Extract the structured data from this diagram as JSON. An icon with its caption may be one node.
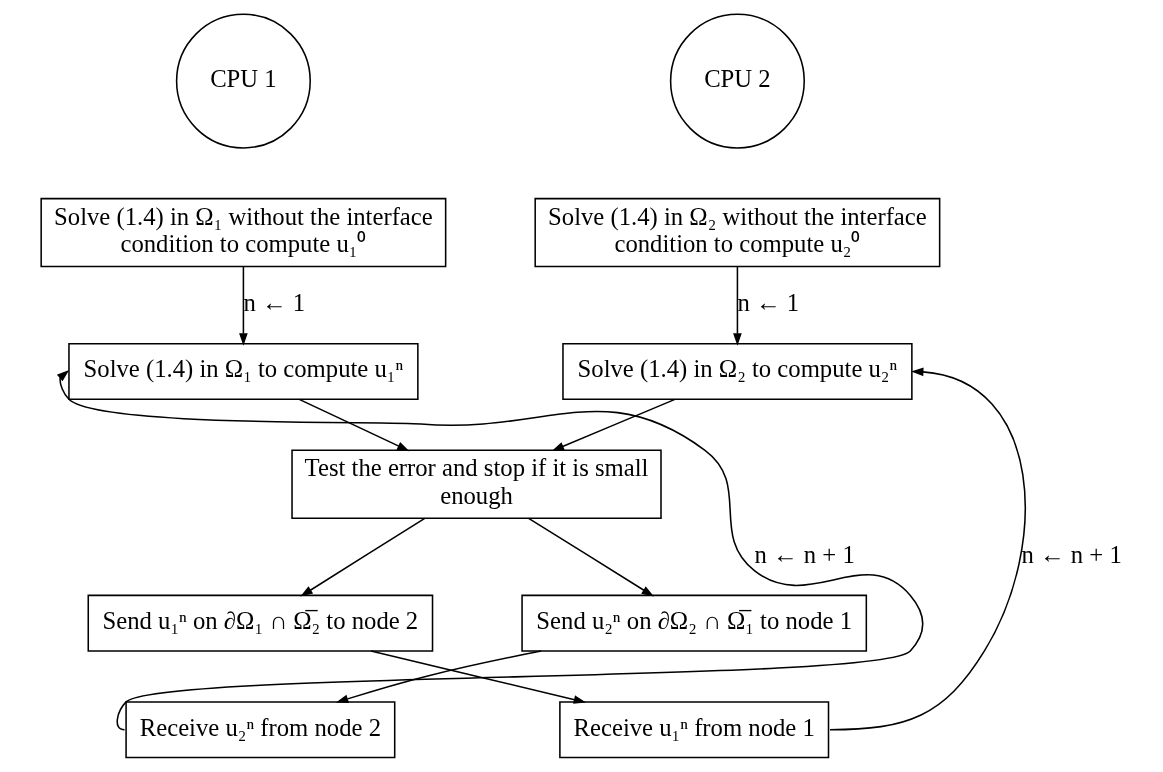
{
  "diagram": {
    "nodes": [
      {
        "text": [
          "CPU 1"
        ]
      },
      {
        "text": [
          "CPU 2"
        ]
      },
      {
        "text": [
          "Solve (1.4) in Ω₁ without the interface condition to compute u₁⁰"
        ]
      },
      {
        "text": [
          "Solve (1.4) in Ω₂ without the interface condition to compute u₂⁰"
        ]
      },
      {
        "text": [
          "Solve (1.4) in Ω₁ to compute u₁ⁿ"
        ]
      },
      {
        "text": [
          "Solve (1.4) in Ω₂ to compute u₂ⁿ"
        ]
      },
      {
        "text": [
          "Test the error and stop if it is small enough"
        ]
      },
      {
        "text": [
          "Send u₁ⁿ on ∂Ω₁ ∩ Ω̅₂ to node 2"
        ]
      },
      {
        "text": [
          "Send u₂ⁿ on ∂Ω₂ ∩ Ω̅₁ to node 1"
        ]
      },
      {
        "text": [
          "Receive u₂ⁿ from node 2"
        ]
      },
      {
        "text": [
          "Receive u₁ⁿ from node 1"
        ]
      }
    ],
    "edges": [
      {
        "from": 2,
        "to": 4,
        "arrow": "to",
        "label": "n ← 1"
      },
      {
        "from": 3,
        "to": 5,
        "arrow": "to",
        "label": "n ← 1"
      },
      {
        "from": 4,
        "to": 6,
        "arrow": "to"
      },
      {
        "from": 5,
        "to": 6,
        "arrow": "to"
      },
      {
        "from": 6,
        "to": 7,
        "arrow": "to"
      },
      {
        "from": 6,
        "to": 8,
        "arrow": "to"
      },
      {
        "from": 7,
        "to": 10,
        "arrow": "to"
      },
      {
        "from": 8,
        "to": 9,
        "arrow": "to"
      },
      {
        "from": 9,
        "to": 4,
        "arrow": "to",
        "label": "n ← n + 1"
      },
      {
        "from": 10,
        "to": 5,
        "arrow": "to",
        "label": "n ← n + 1"
      }
    ]
  }
}
